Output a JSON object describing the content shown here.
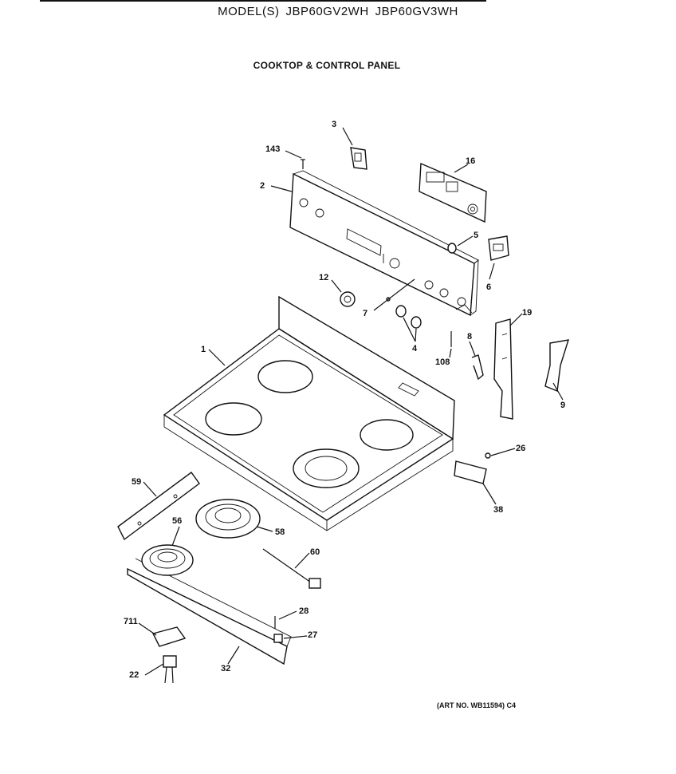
{
  "header": {
    "model_label": "MODEL(S)",
    "models": [
      "JBP60GV2WH",
      "JBP60GV3WH"
    ]
  },
  "section_title": "COOKTOP & CONTROL PANEL",
  "art_number": "(ART NO. WB11594) C4",
  "callouts": {
    "p1": "1",
    "p2": "2",
    "p3": "3",
    "p4": "4",
    "p5": "5",
    "p6": "6",
    "p7": "7",
    "p8": "8",
    "p9": "9",
    "p12": "12",
    "p16": "16",
    "p19": "19",
    "p22": "22",
    "p26": "26",
    "p27": "27",
    "p28": "28",
    "p32": "32",
    "p38": "38",
    "p56": "56",
    "p58": "58",
    "p59": "59",
    "p60": "60",
    "p108": "108",
    "p143": "143",
    "p711": "711"
  }
}
